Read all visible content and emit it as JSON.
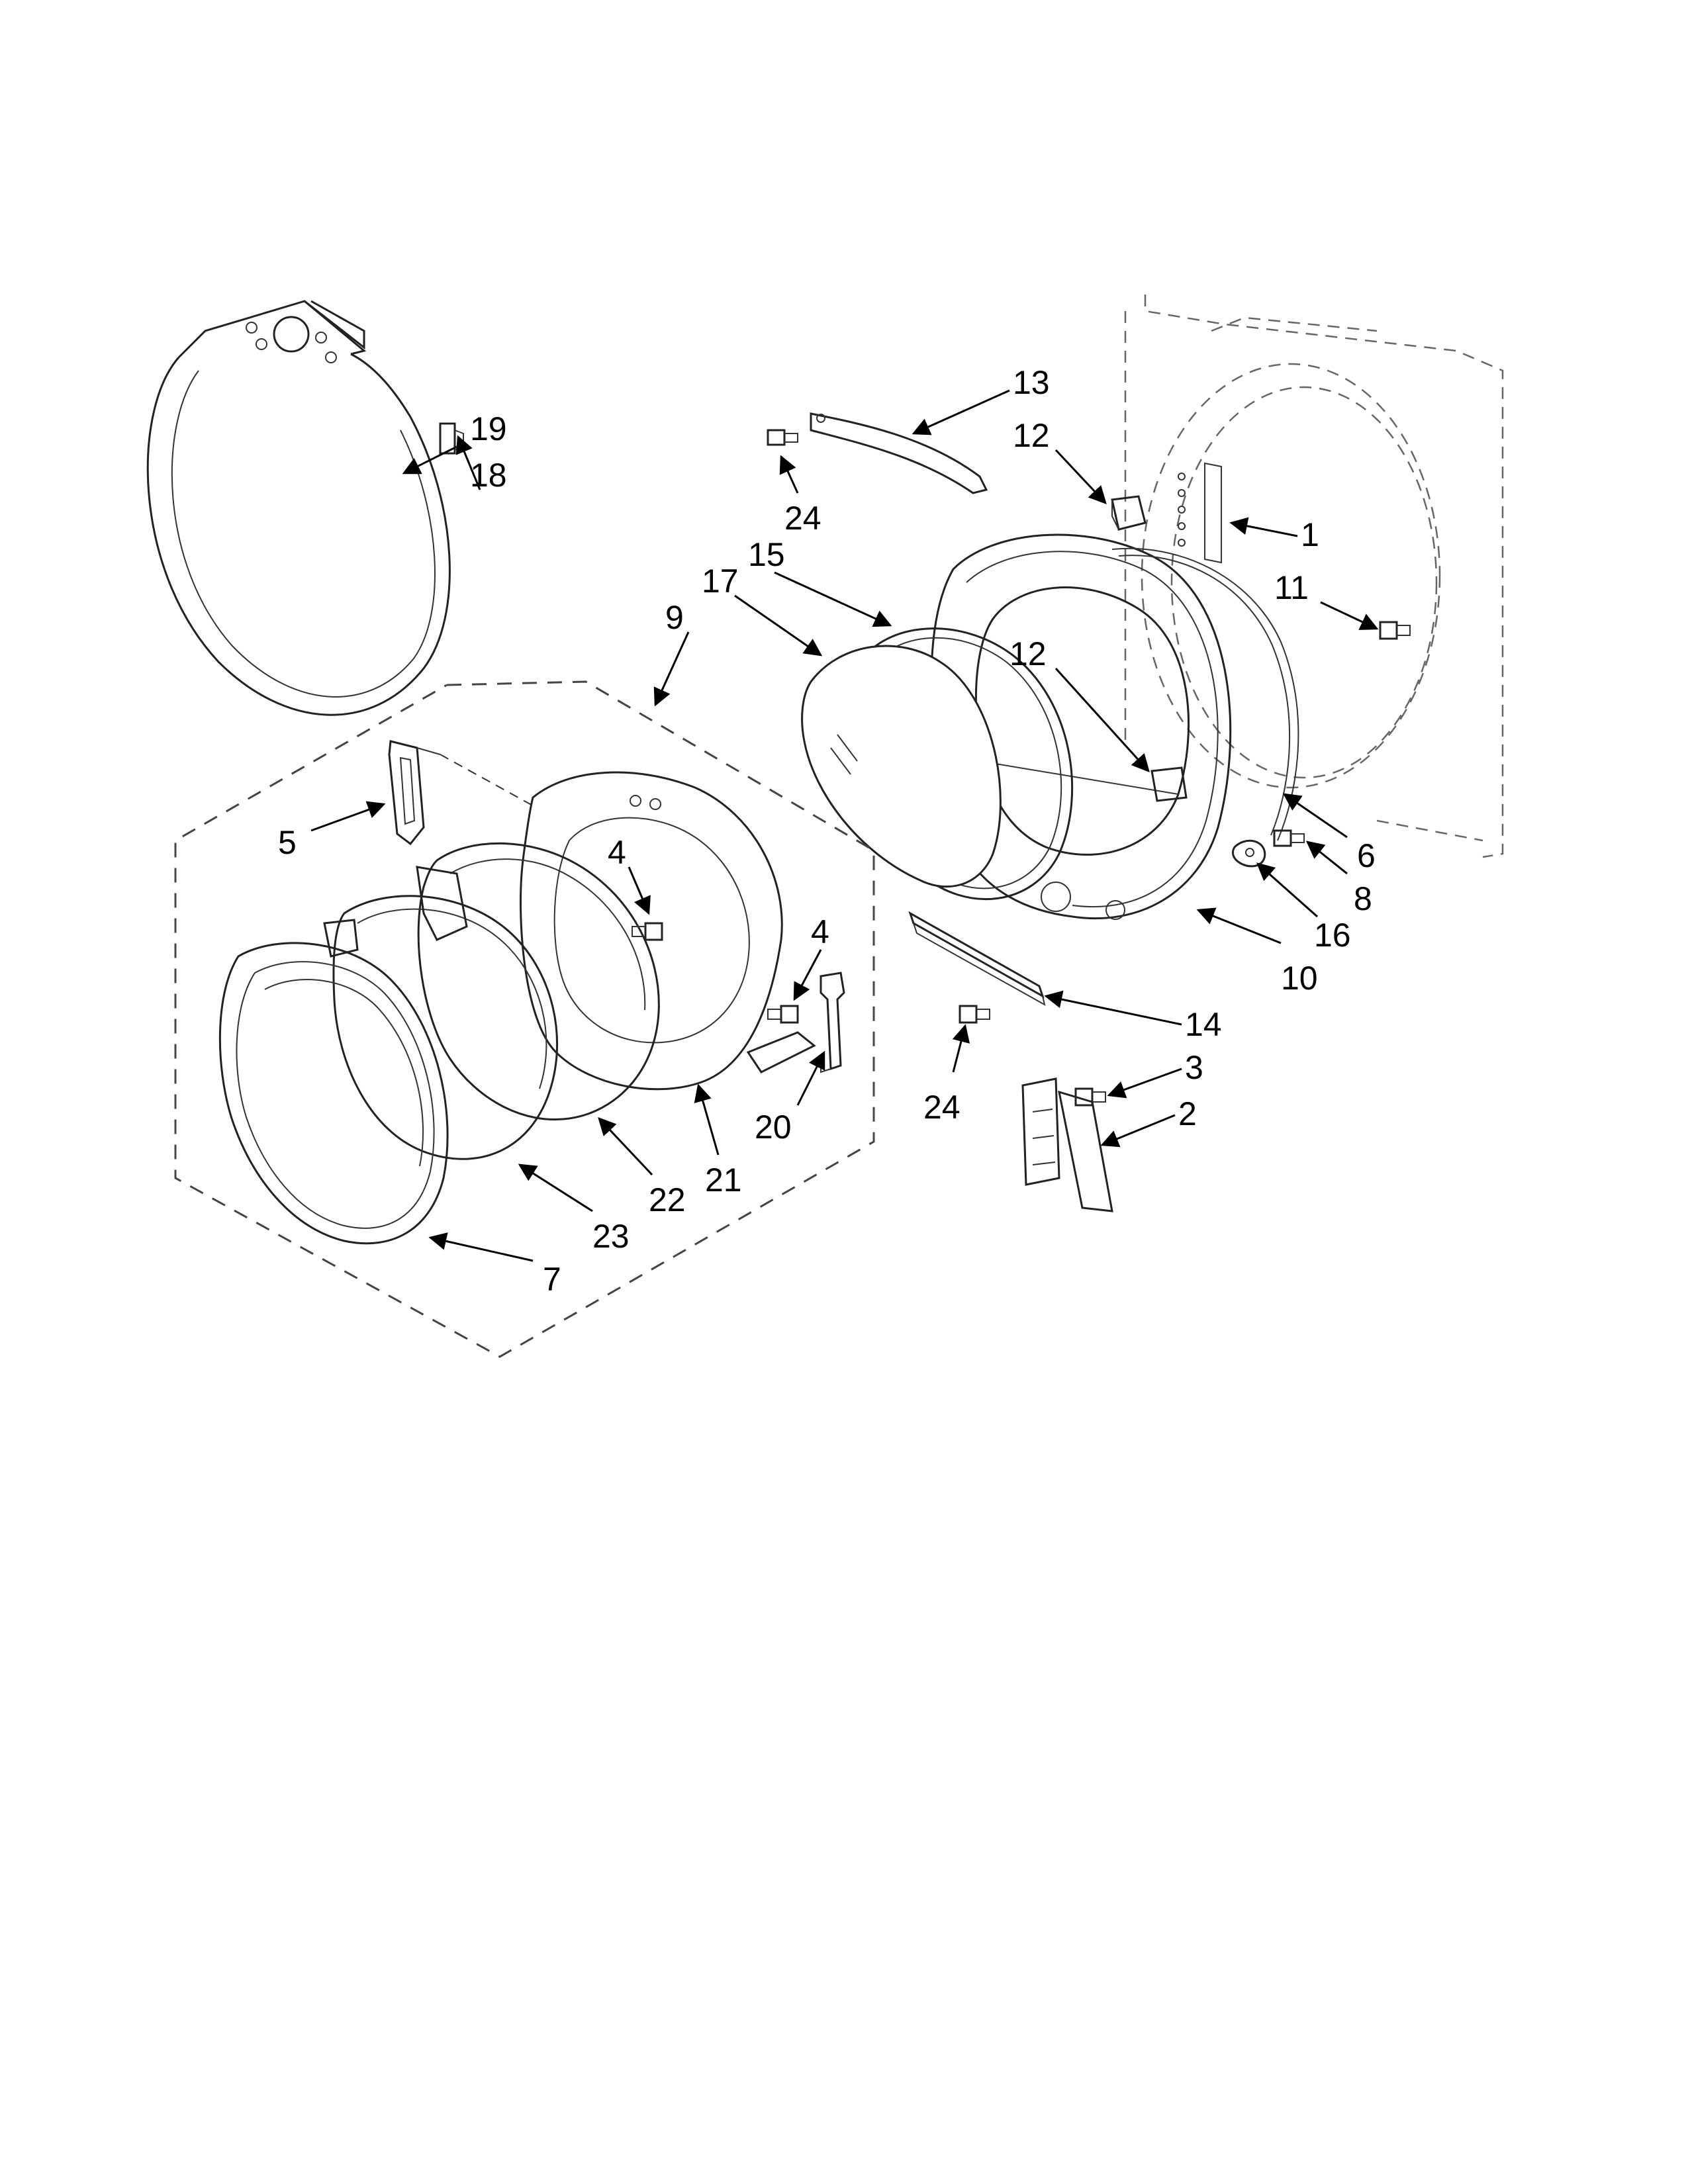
{
  "diagram": {
    "type": "exploded-parts-diagram",
    "callouts": {
      "c19": "19",
      "c18": "18",
      "c13": "13",
      "c12a": "12",
      "c24a": "24",
      "c1": "1",
      "c11": "11",
      "c15": "15",
      "c17": "17",
      "c9": "9",
      "c12b": "12",
      "c5": "5",
      "c4a": "4",
      "c4b": "4",
      "c6": "6",
      "c8": "8",
      "c16": "16",
      "c10": "10",
      "c14": "14",
      "c3": "3",
      "c24b": "24",
      "c2": "2",
      "c20": "20",
      "c21": "21",
      "c22": "22",
      "c23": "23",
      "c7": "7"
    }
  }
}
